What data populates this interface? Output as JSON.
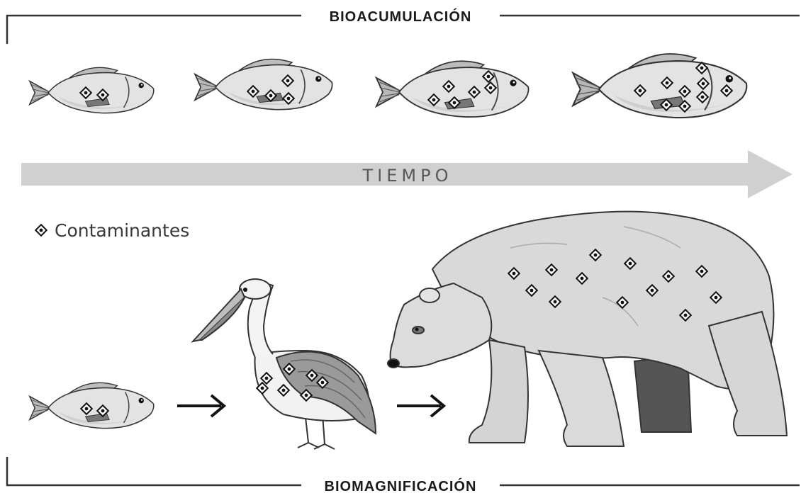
{
  "top_title": "BIOACUMULACIÓN",
  "bottom_title": "BIOMAGNIFICACIÓN",
  "time_label": "TIEMPO",
  "legend_label": "Contaminantes",
  "fish_contaminant_counts": [
    2,
    4,
    6,
    9
  ],
  "pelican_contaminant_count": 7,
  "bear_contaminant_count": 13,
  "colors": {
    "line": "#333333",
    "arrow": "#d0d0d0",
    "fish_body": "#e2e2e2",
    "bear_body": "#d8d8d8",
    "dark": "#555555"
  }
}
